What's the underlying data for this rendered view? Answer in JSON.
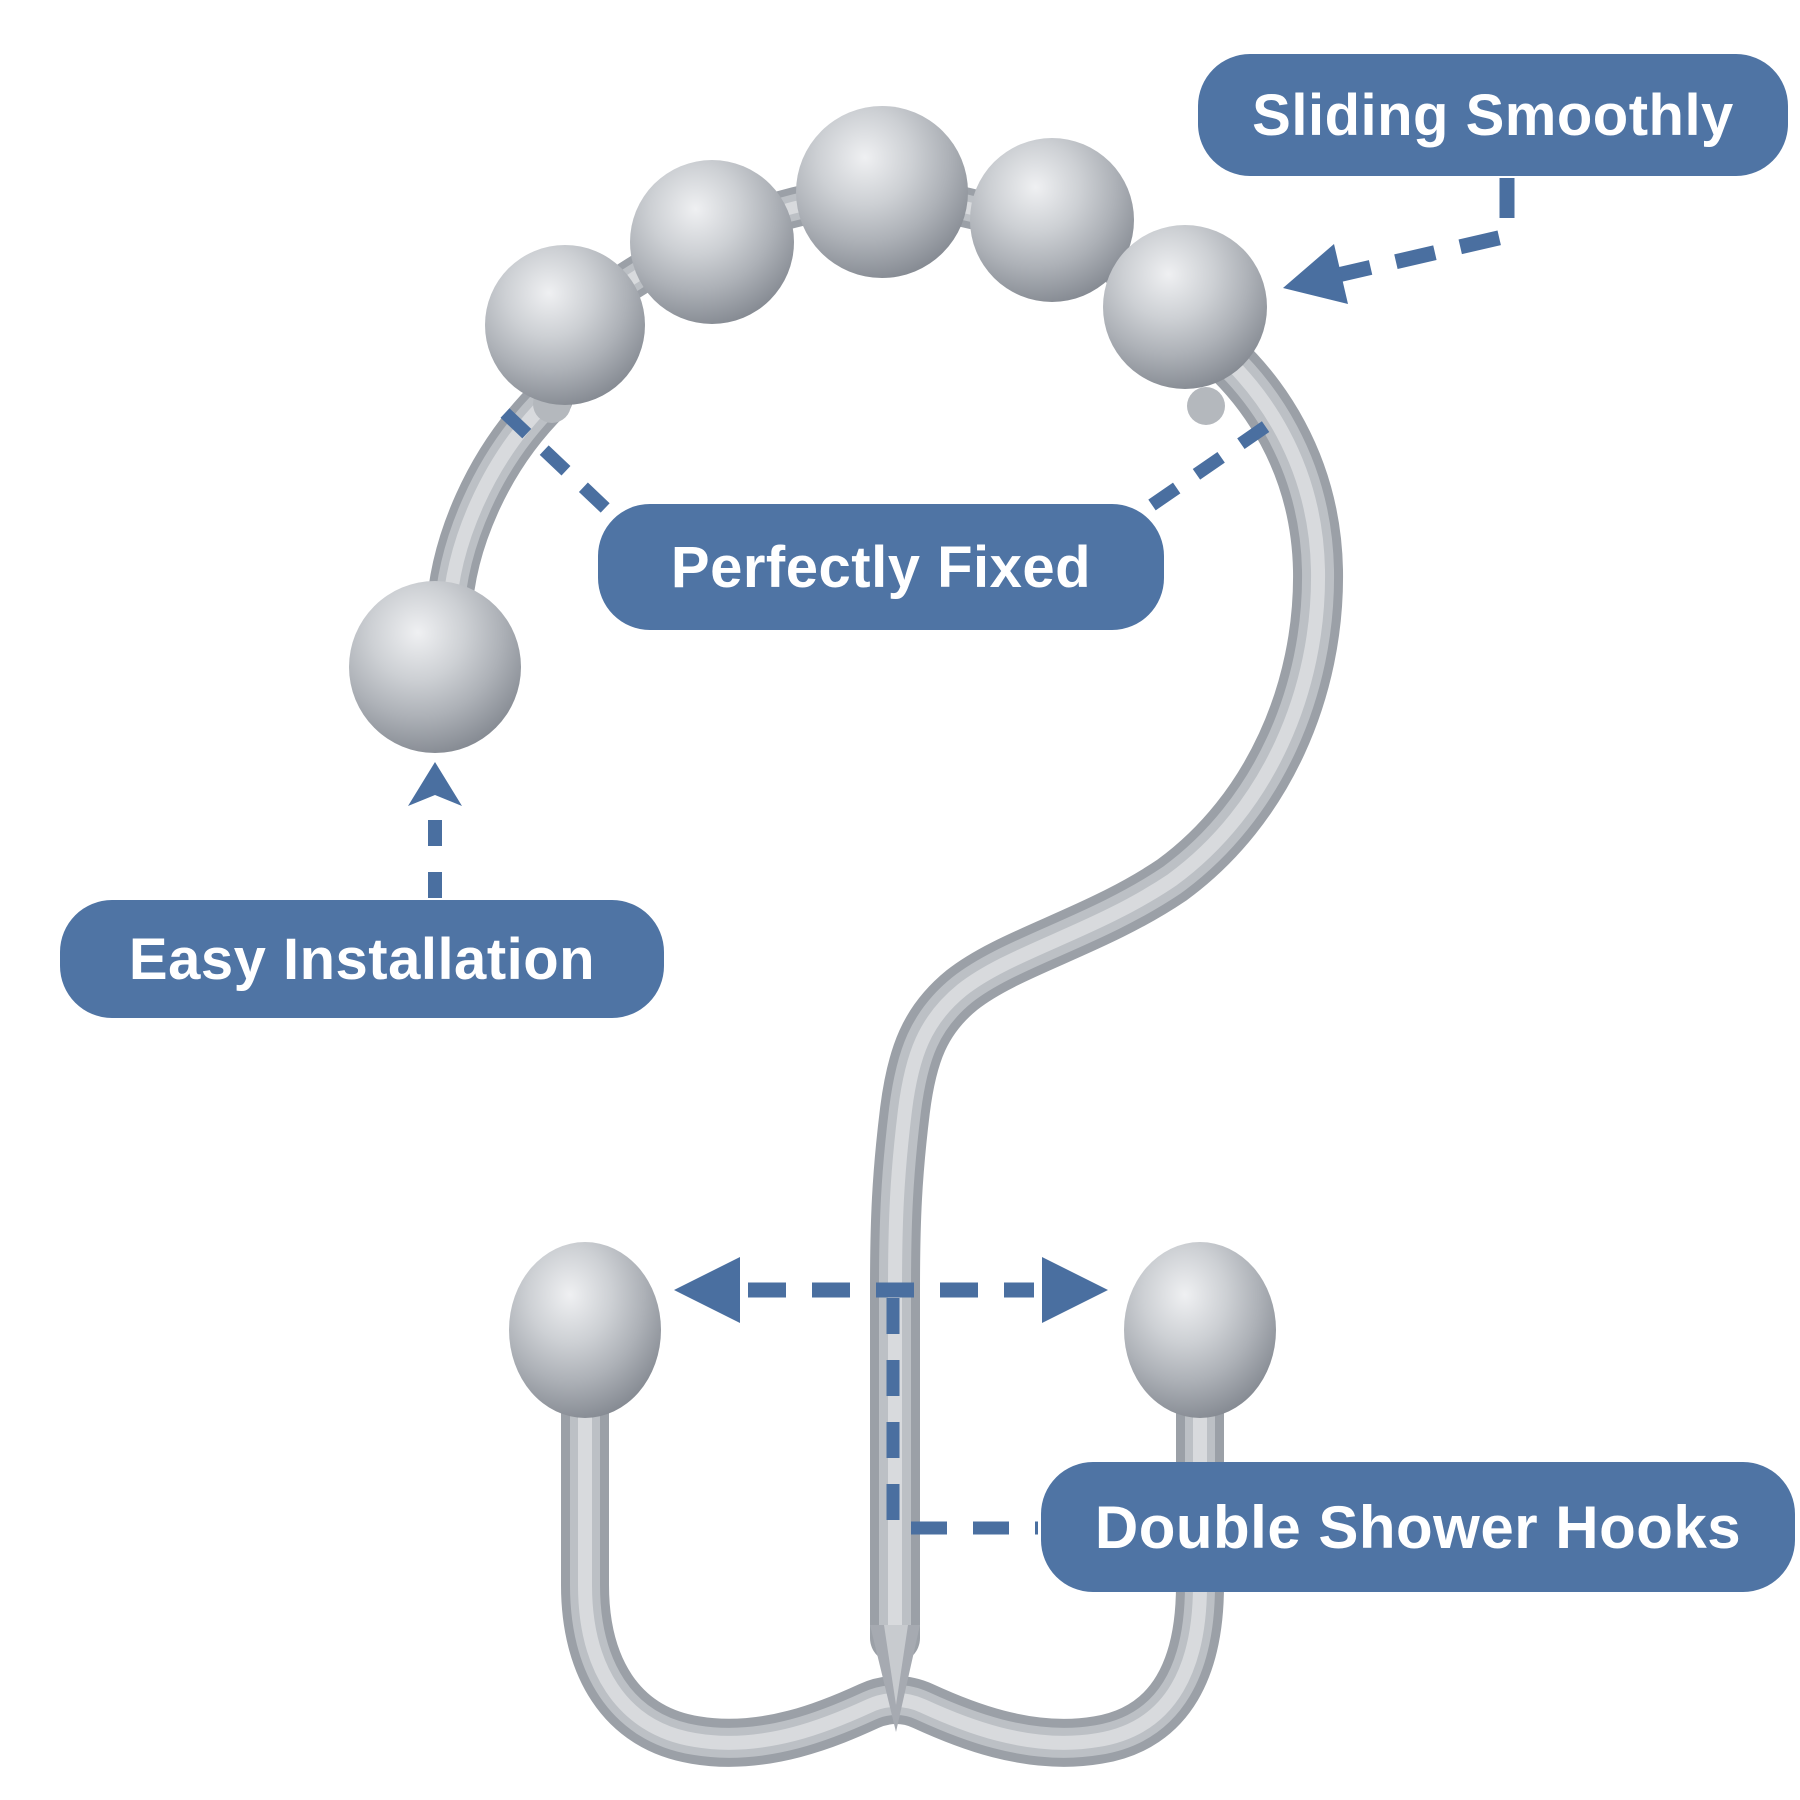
{
  "callouts": {
    "sliding_smoothly": {
      "label": "Sliding Smoothly"
    },
    "perfectly_fixed": {
      "label": "Perfectly Fixed"
    },
    "easy_installation": {
      "label": "Easy Installation"
    },
    "double_shower_hooks": {
      "label": "Double Shower Hooks"
    }
  },
  "colors": {
    "callout_background": "#4f74a4",
    "callout_text": "#ffffff",
    "arrow": "#4a6fa0",
    "metal_highlight": "#d8dadd",
    "metal_mid": "#bcc0c5",
    "metal_shadow": "#9ba0a7",
    "background": "#ffffff"
  }
}
